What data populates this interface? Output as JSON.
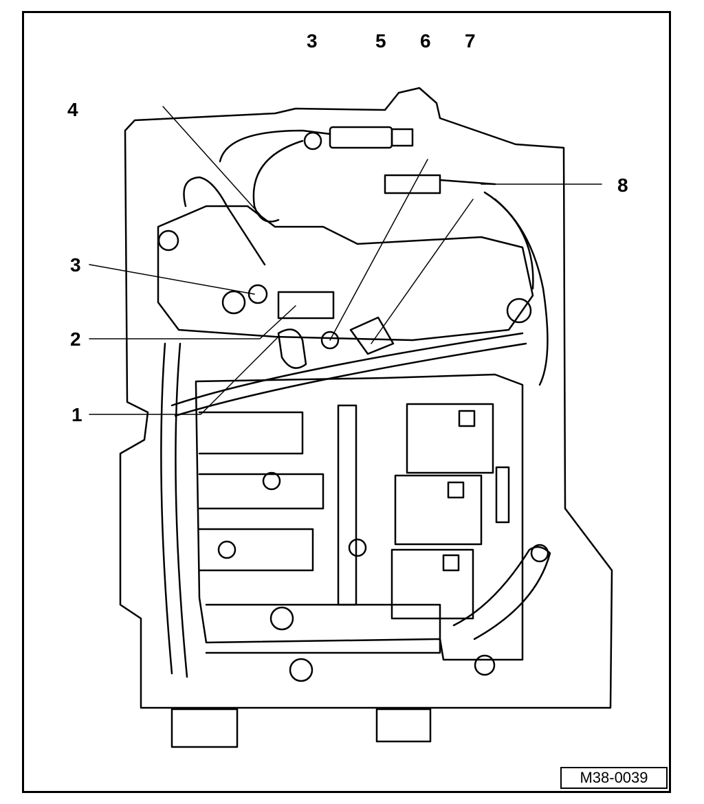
{
  "callouts": {
    "c3_top": "3",
    "c5": "5",
    "c6": "6",
    "c7": "7",
    "c4": "4",
    "c8": "8",
    "c3_left": "3",
    "c2": "2",
    "c1": "1"
  },
  "reference_code": "M38-0039"
}
